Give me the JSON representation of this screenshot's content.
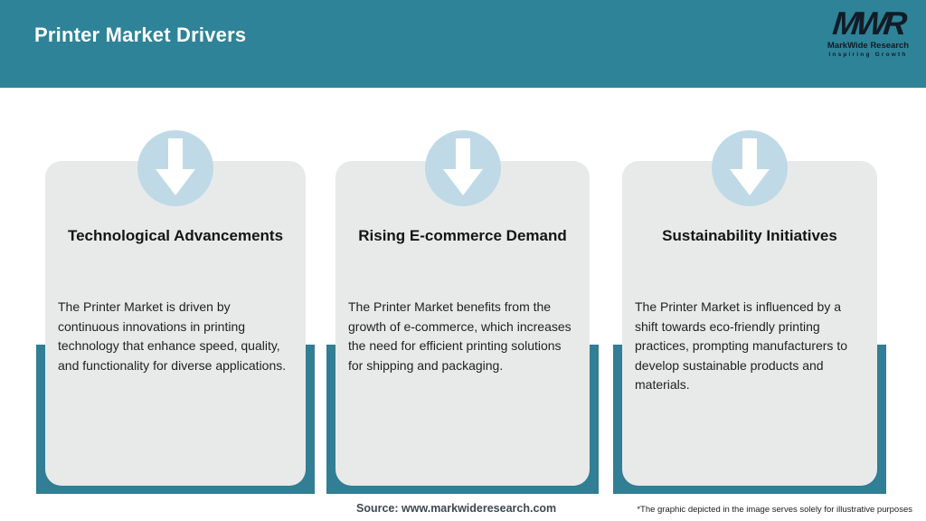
{
  "header": {
    "title": "Printer Market Drivers",
    "logo": {
      "monogram": "MWR",
      "name": "MarkWide Research",
      "tagline": "Inspiring Growth"
    }
  },
  "cards": [
    {
      "icon": "down-arrow-icon",
      "title": "Technological Advancements",
      "description": "The Printer Market is driven by continuous innovations in printing technology that enhance speed, quality, and functionality for diverse applications."
    },
    {
      "icon": "down-arrow-icon",
      "title": "Rising E-commerce Demand",
      "description": "The Printer Market benefits from the growth of e-commerce, which increases the need for efficient printing solutions for shipping and packaging."
    },
    {
      "icon": "down-arrow-icon",
      "title": "Sustainability Initiatives",
      "description": "The Printer Market is influenced by a shift towards eco-friendly printing practices, prompting manufacturers to develop sustainable products and materials."
    }
  ],
  "footer": {
    "source": "Source: www.markwideresearch.com",
    "disclaimer": "*The graphic depicted in the image serves solely for illustrative purposes"
  },
  "colors": {
    "header_teal": "#2E8398",
    "backing_teal": "#317E95",
    "card_gray": "#E8EAEA",
    "circle_blue": "#BFDAE6",
    "logo_dark": "#111C26"
  }
}
